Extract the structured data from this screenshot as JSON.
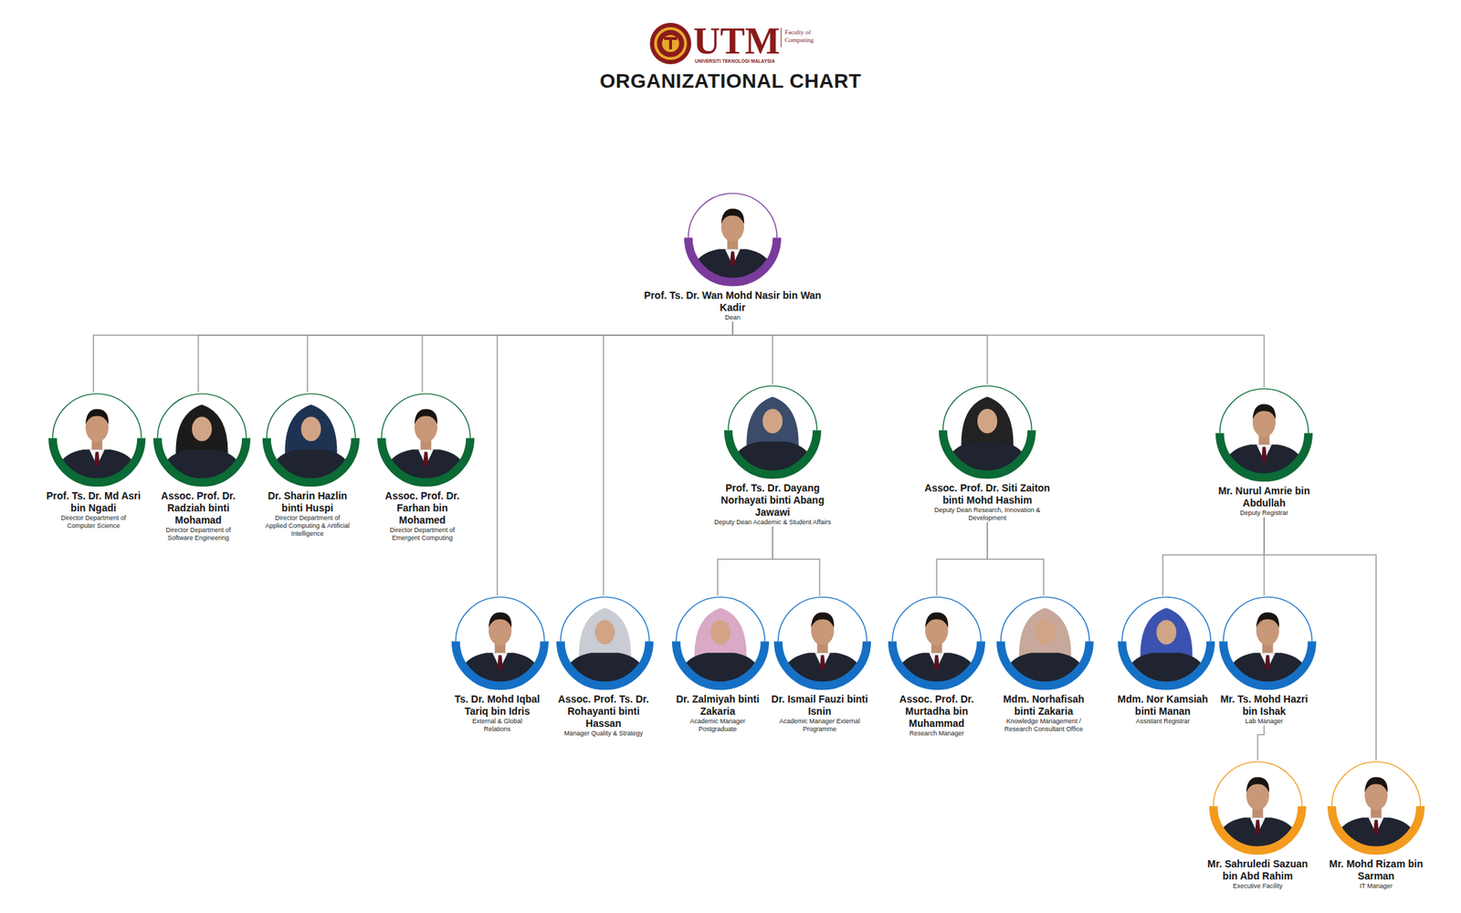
{
  "diagram": {
    "title": "ORGANIZATIONAL CHART",
    "nodes": [
      {
        "text": [
          "Prof. Ts. Dr. Wan Mohd Nasir bin Wan Kadir",
          "Dean"
        ]
      },
      {
        "text": [
          "Prof. Ts. Dr. Md Asri bin Ngadi",
          "Director Department of Computer Science"
        ]
      },
      {
        "text": [
          "Assoc. Prof. Dr. Radziah binti Mohamad",
          "Director Department of Software Engineering"
        ]
      },
      {
        "text": [
          "Dr. Sharin Hazlin binti Huspi",
          "Director Department of Applied Computing & Artificial Intelligence"
        ]
      },
      {
        "text": [
          "Assoc. Prof. Dr. Farhan bin Mohamed",
          "Director Department of Emergent Computing"
        ]
      },
      {
        "text": [
          "Prof. Ts. Dr. Dayang Norhayati binti Abang Jawawi",
          "Deputy Dean Academic & Student Affairs"
        ]
      },
      {
        "text": [
          "Assoc. Prof. Dr. Siti Zaiton binti Mohd Hashim",
          "Deputy Dean Research, Innovation & Development"
        ]
      },
      {
        "text": [
          "Mr. Nurul Amrie bin Abdullah",
          "Deputy Registrar"
        ]
      },
      {
        "text": [
          "Ts. Dr. Mohd Iqbal Tariq bin Idris",
          "External & Global Relations"
        ]
      },
      {
        "text": [
          "Assoc. Prof. Ts. Dr. Rohayanti binti Hassan",
          "Manager Quality & Strategy"
        ]
      },
      {
        "text": [
          "Dr. Zalmiyah binti Zakaria",
          "Academic Manager Postgraduate"
        ]
      },
      {
        "text": [
          "Dr. Ismail Fauzi binti Isnin",
          "Academic Manager External Programme"
        ]
      },
      {
        "text": [
          "Assoc. Prof. Dr. Murtadha bin Muhammad",
          "Research Manager"
        ]
      },
      {
        "text": [
          "Mdm. Norhafisah binti Zakaria",
          "Knowledge Management / Research Consultant Office"
        ]
      },
      {
        "text": [
          "Mdm. Nor Kamsiah binti Manan",
          "Assistant Registrar"
        ]
      },
      {
        "text": [
          "Mr. Ts. Mohd Hazri bin Ishak",
          "Lab Manager"
        ]
      },
      {
        "text": [
          "Mr. Sahruledi Sazuan bin Abd Rahim",
          "Executive Facility"
        ]
      },
      {
        "text": [
          "Mr. Mohd Rizam bin Sarman",
          "IT Manager"
        ]
      }
    ],
    "edges": [
      {
        "from": 0,
        "to": 1,
        "arrow": "none"
      },
      {
        "from": 0,
        "to": 2,
        "arrow": "none"
      },
      {
        "from": 0,
        "to": 3,
        "arrow": "none"
      },
      {
        "from": 0,
        "to": 4,
        "arrow": "none"
      },
      {
        "from": 0,
        "to": 5,
        "arrow": "none"
      },
      {
        "from": 0,
        "to": 6,
        "arrow": "none"
      },
      {
        "from": 0,
        "to": 7,
        "arrow": "none"
      },
      {
        "from": 0,
        "to": 8,
        "arrow": "none"
      },
      {
        "from": 0,
        "to": 9,
        "arrow": "none"
      },
      {
        "from": 5,
        "to": 10,
        "arrow": "none"
      },
      {
        "from": 5,
        "to": 11,
        "arrow": "none"
      },
      {
        "from": 6,
        "to": 12,
        "arrow": "none"
      },
      {
        "from": 6,
        "to": 13,
        "arrow": "none"
      },
      {
        "from": 7,
        "to": 14,
        "arrow": "none"
      },
      {
        "from": 7,
        "to": 15,
        "arrow": "none"
      },
      {
        "from": 7,
        "to": 17,
        "arrow": "none"
      },
      {
        "from": 15,
        "to": 16,
        "arrow": "none"
      }
    ],
    "labels": [
      "UTM",
      "Faculty of Computing",
      "UNIVERSITI TEKNOLOGI MALAYSIA"
    ]
  }
}
